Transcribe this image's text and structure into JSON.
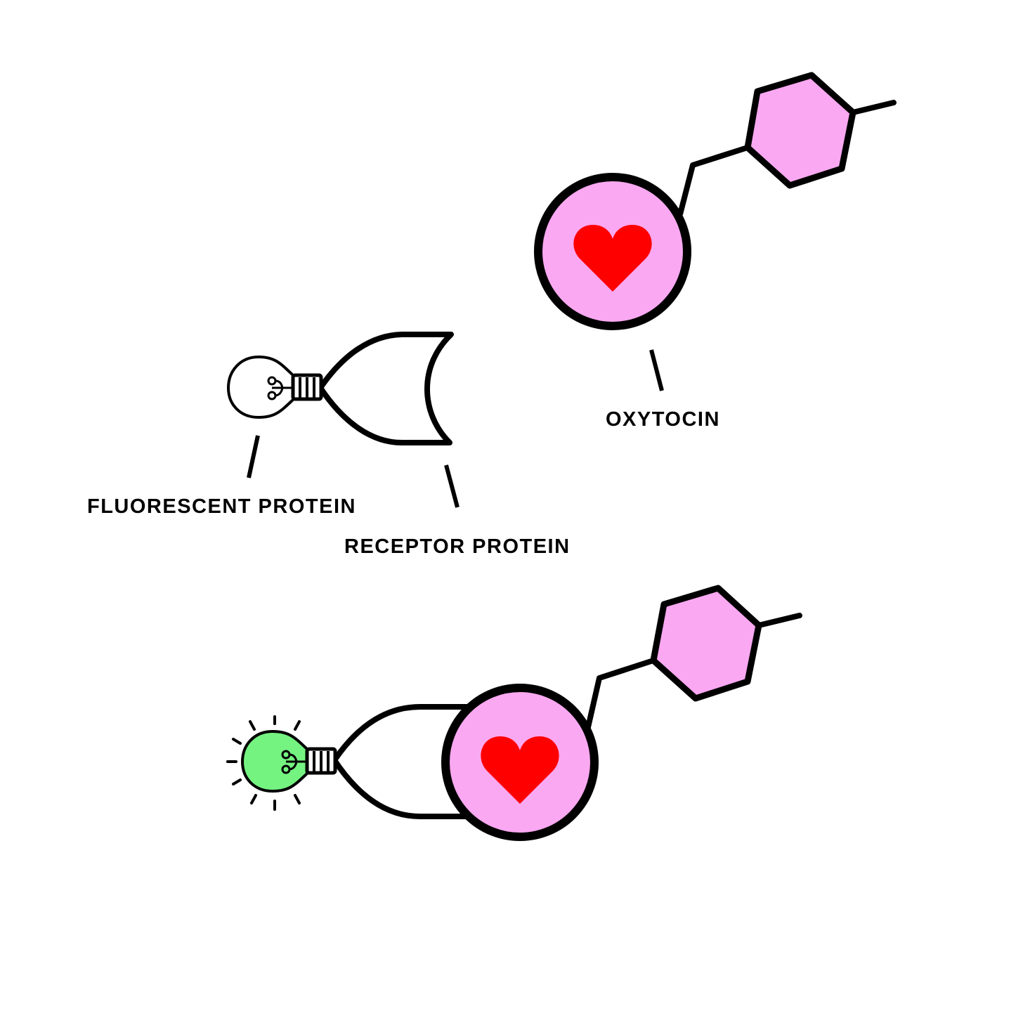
{
  "labels": {
    "oxytocin": "OXYTOCIN",
    "fluorescent_protein": "FLUORESCENT PROTEIN",
    "receptor_protein": "RECEPTOR PROTEIN"
  },
  "colors": {
    "oxytocin_fill": "#f9a8f1",
    "heart": "#ff0000",
    "bulb_off": "#ffffff",
    "bulb_on": "#74f381",
    "stroke": "#000000"
  },
  "icons": {
    "unbound_bulb": "lightbulb-off-icon",
    "bound_bulb": "lightbulb-on-icon",
    "heart": "heart-icon"
  },
  "states": {
    "top": "unbound",
    "bottom": "bound"
  }
}
